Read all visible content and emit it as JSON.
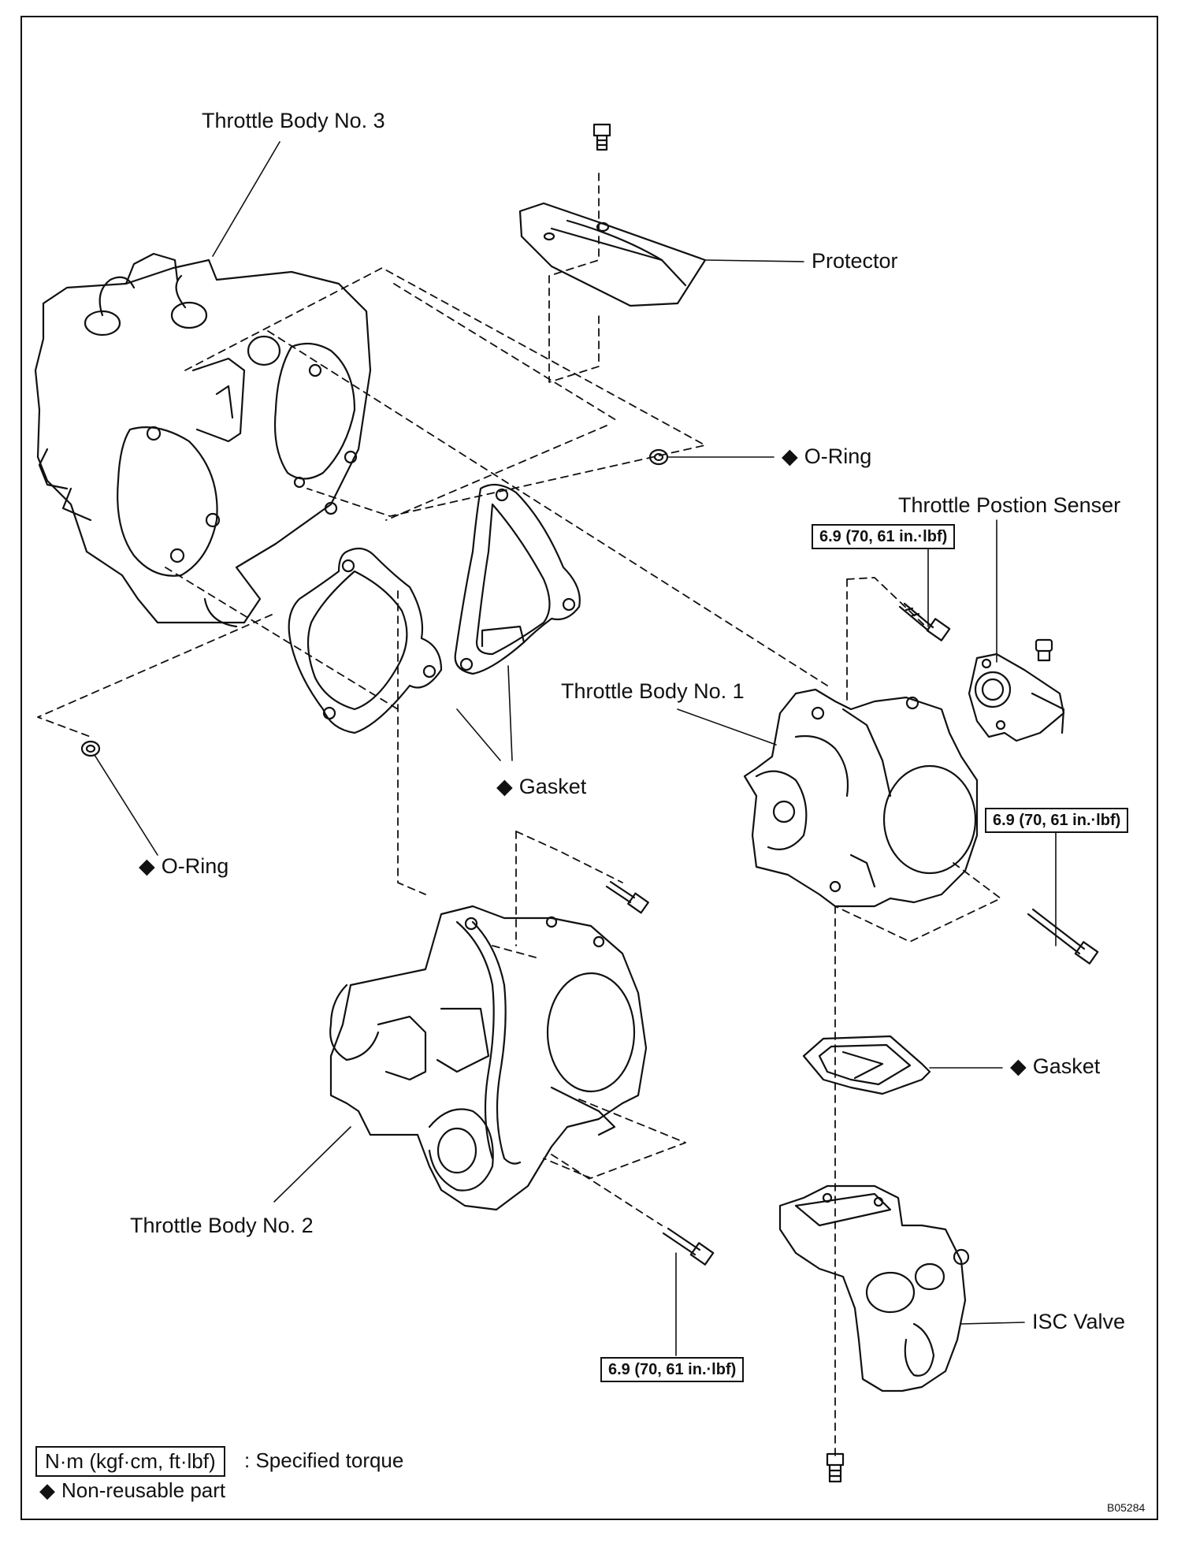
{
  "labels": {
    "throttle_body_3": "Throttle Body No. 3",
    "protector": "Protector",
    "o_ring_upper": "O-Ring",
    "throttle_position_sensor": "Throttle Postion Senser",
    "throttle_body_1": "Throttle Body No. 1",
    "gasket_center": "Gasket",
    "o_ring_left": "O-Ring",
    "gasket_right": "Gasket",
    "throttle_body_2": "Throttle Body No. 2",
    "isc_valve": "ISC Valve"
  },
  "torque_specs": {
    "tps_bolt": "6.9 (70, 61 in.·lbf)",
    "tb1_bolt": "6.9 (70, 61 in.·lbf)",
    "tb2_bolt": "6.9 (70, 61 in.·lbf)"
  },
  "legend": {
    "torque_unit": "N·m (kgf·cm, ft·lbf)",
    "torque_meaning": ": Specified torque",
    "non_reusable": "Non-reusable part"
  },
  "figure_code": "B05284"
}
